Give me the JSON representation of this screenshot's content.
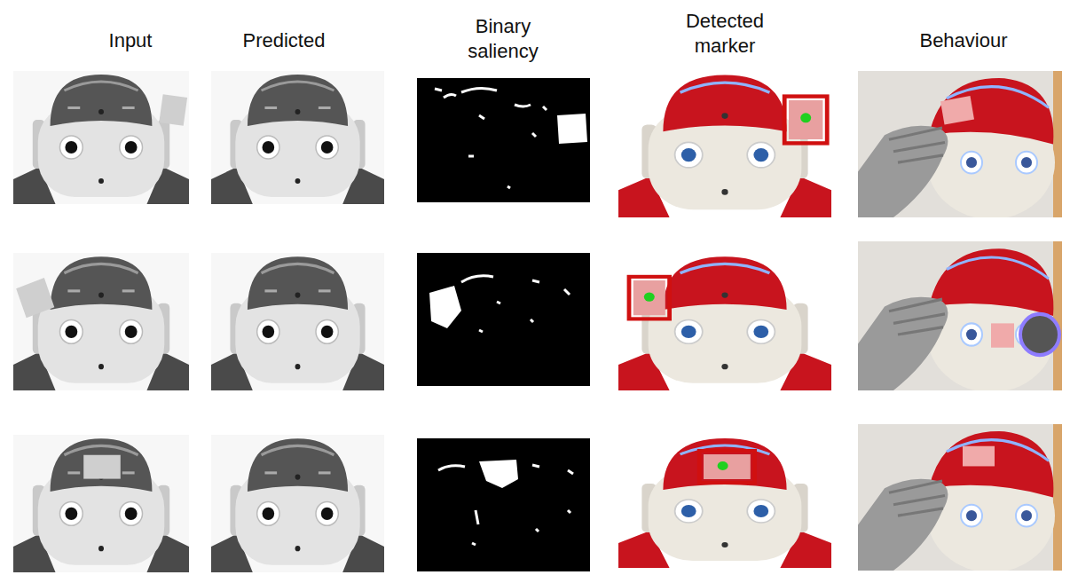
{
  "diagram": {
    "labels": [
      "Input",
      "Predicted",
      "Binary saliency",
      "Detected marker",
      "Behaviour"
    ]
  }
}
